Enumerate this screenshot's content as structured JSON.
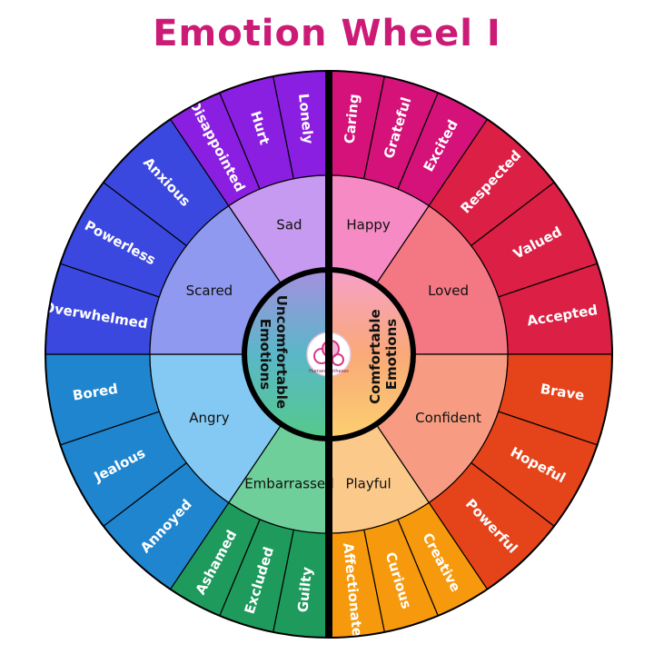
{
  "title": "Emotion Wheel I",
  "colors": {
    "title": "#cc1b77",
    "divider": "#000000",
    "line": "#000000"
  },
  "center": {
    "left": {
      "line1": "Uncomfortable",
      "line2": "Emotions"
    },
    "right": {
      "line1": "Comfortable",
      "line2": "Emotions"
    },
    "logo_icon": "humanity-logo-icon",
    "logo_text": "HumanSyntheses"
  },
  "categories": [
    {
      "name": "Happy",
      "color": "#f58ac5",
      "start": 0,
      "end": 34,
      "words": [
        {
          "text": "Caring",
          "color": "#d4127a"
        },
        {
          "text": "Grateful",
          "color": "#d4127a"
        },
        {
          "text": "Excited",
          "color": "#d4127a"
        }
      ]
    },
    {
      "name": "Loved",
      "color": "#f47784",
      "start": 34,
      "end": 90,
      "words": [
        {
          "text": "Respected",
          "color": "#dc1f44"
        },
        {
          "text": "Valued",
          "color": "#dc1f44"
        },
        {
          "text": "Accepted",
          "color": "#dc1f44"
        }
      ]
    },
    {
      "name": "Confident",
      "color": "#f79c82",
      "start": 90,
      "end": 146,
      "words": [
        {
          "text": "Brave",
          "color": "#e5431a"
        },
        {
          "text": "Hopeful",
          "color": "#e5431a"
        },
        {
          "text": "Powerful",
          "color": "#e5431a"
        }
      ]
    },
    {
      "name": "Playful",
      "color": "#fbc98a",
      "start": 146,
      "end": 180,
      "words": [
        {
          "text": "Creative",
          "color": "#f6990d"
        },
        {
          "text": "Curious",
          "color": "#f6990d"
        },
        {
          "text": "Affectionate",
          "color": "#f6990d"
        }
      ]
    },
    {
      "name": "Embarrassed",
      "color": "#6fcf9a",
      "start": 180,
      "end": 214,
      "words": [
        {
          "text": "Guilty",
          "color": "#1e9a5c"
        },
        {
          "text": "Excluded",
          "color": "#1e9a5c"
        },
        {
          "text": "Ashamed",
          "color": "#1e9a5c"
        }
      ]
    },
    {
      "name": "Angry",
      "color": "#84c9f3",
      "start": 214,
      "end": 270,
      "words": [
        {
          "text": "Annoyed",
          "color": "#1f85cf"
        },
        {
          "text": "Jealous",
          "color": "#1f85cf"
        },
        {
          "text": "Bored",
          "color": "#1f85cf"
        }
      ]
    },
    {
      "name": "Scared",
      "color": "#8f99ef",
      "start": 270,
      "end": 326,
      "words": [
        {
          "text": "Overwhelmed",
          "color": "#3b48df"
        },
        {
          "text": "Powerless",
          "color": "#3b48df"
        },
        {
          "text": "Anxious",
          "color": "#3b48df"
        }
      ]
    },
    {
      "name": "Sad",
      "color": "#c79af2",
      "start": 326,
      "end": 360,
      "words": [
        {
          "text": "Disappointed",
          "color": "#8a1fe2"
        },
        {
          "text": "Hurt",
          "color": "#8a1fe2"
        },
        {
          "text": "Lonely",
          "color": "#8a1fe2"
        }
      ]
    }
  ]
}
